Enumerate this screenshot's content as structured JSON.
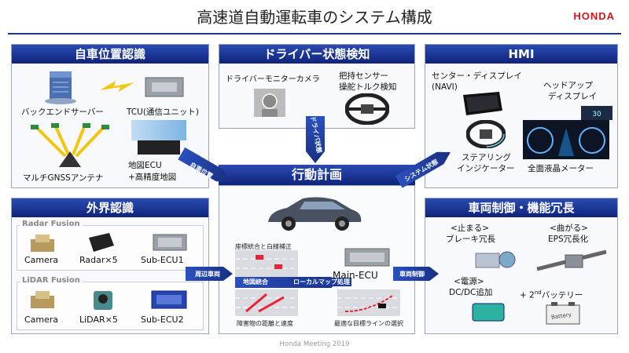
{
  "title": "高速道自動運転車のシステム構成",
  "logo": "HONDA",
  "footer": "Honda Meeting 2019",
  "self_position": {
    "header": "自車位置認識",
    "backend": "バックエンドサーバー",
    "tcu": "TCU(通信ユニット)",
    "gnss": "マルチGNSSアンテナ",
    "map_ecu_1": "地図ECU",
    "map_ecu_2": "+高精度地図"
  },
  "driver": {
    "header": "ドライバー状態検知",
    "camera": "ドライバーモニターカメラ",
    "sensor_1": "把持センサー",
    "sensor_2": "操舵トルク検知"
  },
  "hmi": {
    "header": "HMI",
    "center_1": "センター・ディスプレイ",
    "center_2": "(NAVI)",
    "hud_1": "ヘッドアップ",
    "hud_2": "ディスプレイ",
    "steer_1": "ステアリング",
    "steer_2": "インジケーター",
    "meter": "全面液晶メーター"
  },
  "external": {
    "header": "外界認識",
    "radar_group": "Radar Fusion",
    "lidar_group": "LiDAR Fusion",
    "camera1": "Camera",
    "radar": "Radar×5",
    "subecu1": "Sub-ECU1",
    "camera2": "Camera",
    "lidar": "LiDAR×5",
    "subecu2": "Sub-ECU2"
  },
  "planning": {
    "header": "行動計画",
    "coord": "座標統合と白線補正",
    "fusion": "地図統合",
    "local_map": "ローカルマップ処理",
    "obstacle": "障害物の距離と速度",
    "main_ecu": "Main-ECU",
    "target_line": "最適な目標ラインの選択"
  },
  "control": {
    "header": "車両制御・機能冗長",
    "stop_1": "<止まる>",
    "stop_2": "ブレーキ冗長",
    "turn_1": "<曲がる>",
    "turn_2": "EPS冗長化",
    "power_1": "<電源>",
    "power_2": "DC/DC追加",
    "battery_pre": "+ 2",
    "battery_sup": "nd",
    "battery_post": "バッテリー",
    "battery_tag": "Battery"
  },
  "arrows": {
    "self_pos": "自車位置",
    "driver_state": "ドライバ状態",
    "system_state": "システム状態",
    "surroundings": "周辺車両",
    "vehicle_control": "車両制御"
  },
  "colors": {
    "header_blue": "#1a3794",
    "accent_red": "#d7141a"
  }
}
